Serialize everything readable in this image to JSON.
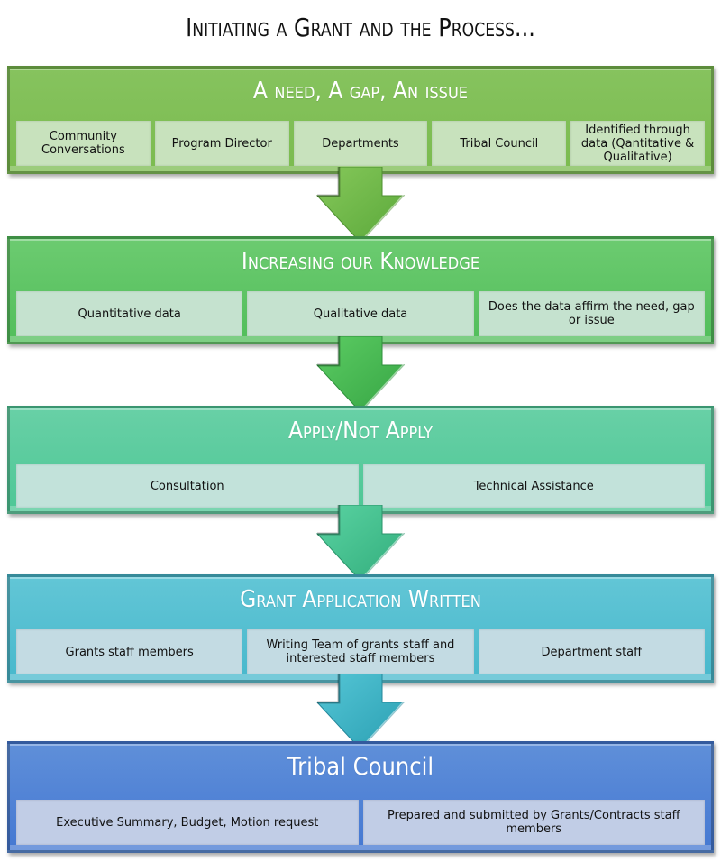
{
  "title": "Initiating a Grant and the Process...",
  "stages": [
    {
      "title": "A need, A gap, An issue",
      "color": "#7dbd52",
      "items": [
        "Community Conversations",
        "Program Director",
        "Departments",
        "Tribal Council",
        "Identified through data (Qantitative & Qualitative)"
      ]
    },
    {
      "title": "Increasing our Knowledge",
      "color": "#56c15e",
      "items": [
        "Quantitative data",
        "Qualitative data",
        "Does the data affirm the need, gap or issue"
      ]
    },
    {
      "title": "Apply/Not Apply",
      "color": "#54c99a",
      "items": [
        "Consultation",
        "Technical Assistance"
      ]
    },
    {
      "title": "Grant Application Written",
      "color": "#4dbbcf",
      "items": [
        "Grants staff members",
        "Writing Team of grants staff and interested staff members",
        "Department staff"
      ]
    },
    {
      "title": "Tribal Council",
      "color": "#4a7ed4",
      "items": [
        "Executive Summary, Budget, Motion request",
        "Prepared and submitted by Grants/Contracts staff members"
      ]
    }
  ],
  "arrows": [
    {
      "icon": "down-arrow-icon",
      "color": "#6cb845"
    },
    {
      "icon": "down-arrow-icon",
      "color": "#45b552"
    },
    {
      "icon": "down-arrow-icon",
      "color": "#45c28e"
    },
    {
      "icon": "down-arrow-icon",
      "color": "#3ab5c6"
    }
  ]
}
